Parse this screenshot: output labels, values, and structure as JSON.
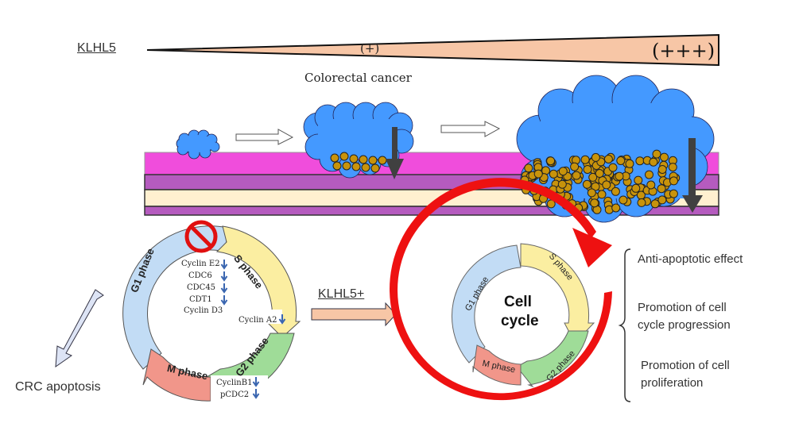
{
  "gradient": {
    "label": "KLHL5",
    "low_level": "(+)",
    "high_level": "(+++)",
    "fill_color": "#f7c6a6"
  },
  "stage_title": "Colorectal cancer",
  "tissue_layers": {
    "mucosa_color": "#f04ddc",
    "muscularis_color": "#b55bbf",
    "submucosa_color": "#fff0d0",
    "tumor_color": "#4499ff",
    "cell_color": "#c8930b"
  },
  "left_cycle": {
    "phases": [
      {
        "name": "G1 phase",
        "color": "#c2dcf5"
      },
      {
        "name": "S phase",
        "color": "#fbeea1"
      },
      {
        "name": "G2 phase",
        "color": "#9fdc98"
      },
      {
        "name": "M phase",
        "color": "#f1968a"
      }
    ],
    "g1s_markers": [
      "Cyclin E2",
      "CDC6",
      "CDC45",
      "CDT1",
      "Cyclin D3"
    ],
    "g1s_markers_down": [
      true,
      true,
      true,
      true,
      false
    ],
    "s_marker": "Cyclin A2",
    "m_markers": [
      "CyclinB1",
      "pCDC2"
    ],
    "block_icon": "prohibited-icon"
  },
  "apoptosis_label": "CRC apoptosis",
  "transition": {
    "label": "KLHL5+"
  },
  "right_cycle": {
    "center_label_line1": "Cell",
    "center_label_line2": "cycle",
    "phases": [
      {
        "name": "G1 phase"
      },
      {
        "name": "S phase"
      },
      {
        "name": "G2 phase"
      },
      {
        "name": "M phase"
      }
    ],
    "accent_color": "#ee1111"
  },
  "effects": [
    {
      "line1": "Anti-apoptotic effect",
      "line2": ""
    },
    {
      "line1": "Promotion of cell",
      "line2": "cycle progression"
    },
    {
      "line1": "Promotion of cell",
      "line2": "proliferation"
    }
  ]
}
